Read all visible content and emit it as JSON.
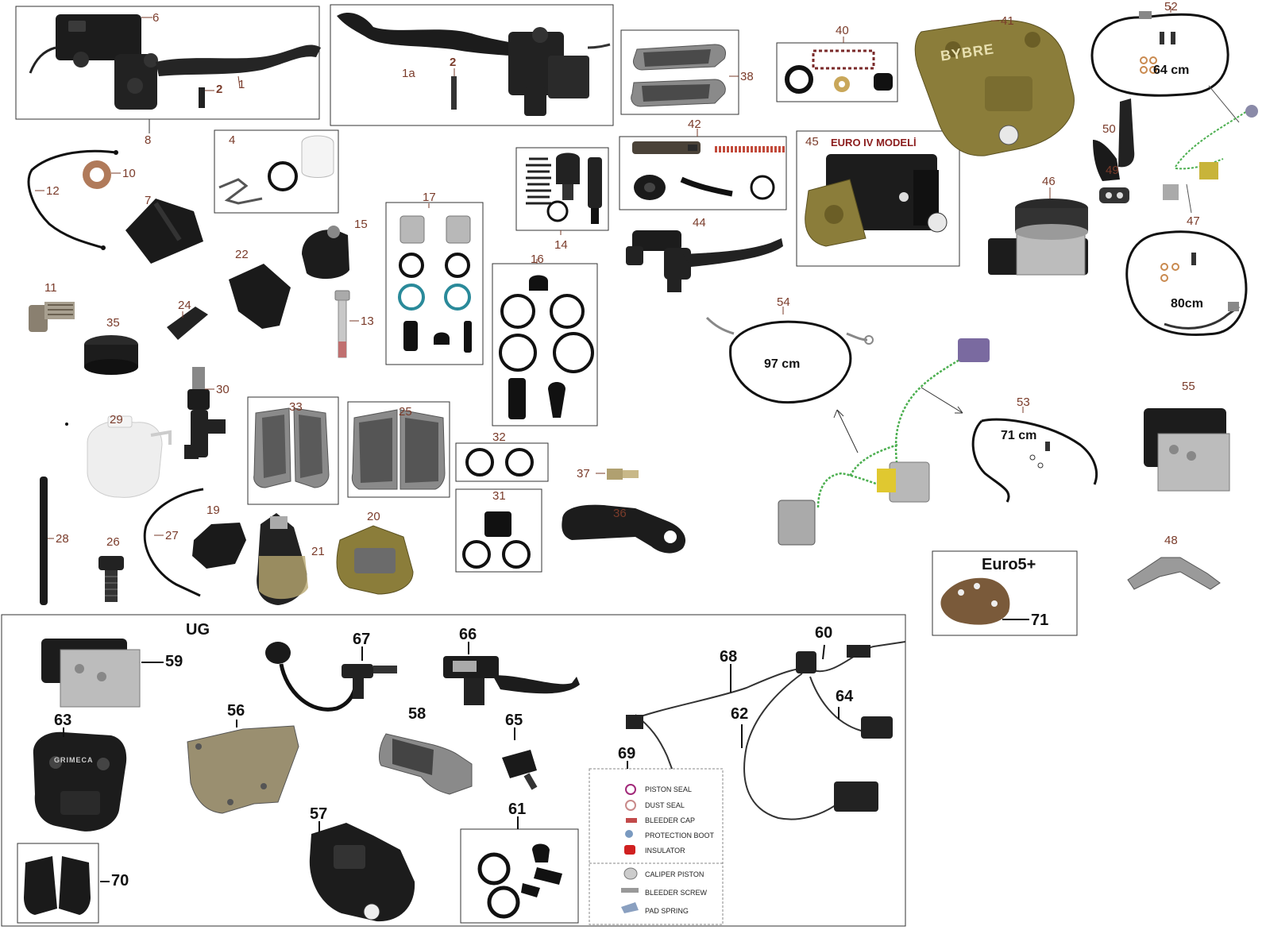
{
  "labels": {
    "p1": "1",
    "p1a": "1a",
    "p2a": "2",
    "p2b": "2",
    "p4": "4",
    "p6": "6",
    "p7": "7",
    "p8": "8",
    "p10": "10",
    "p11": "11",
    "p12": "12",
    "p13": "13",
    "p14": "14",
    "p15": "15",
    "p16": "16",
    "p17": "17",
    "p19": "19",
    "p20": "20",
    "p21": "21",
    "p22": "22",
    "p24": "24",
    "p25": "25",
    "p26": "26",
    "p27": "27",
    "p28": "28",
    "p29": "29",
    "p30": "30",
    "p31": "31",
    "p32": "32",
    "p33": "33",
    "p35": "35",
    "p36": "36",
    "p37": "37",
    "p38": "38",
    "p40": "40",
    "p41": "41",
    "p42": "42",
    "p44": "44",
    "p45": "45",
    "p46": "46",
    "p47": "47",
    "p48": "48",
    "p49": "49",
    "p50": "50",
    "p52": "52",
    "p53": "53",
    "p54": "54",
    "p55": "55"
  },
  "bold_labels": {
    "p56": "56",
    "p57": "57",
    "p58": "58",
    "p59": "59",
    "p60": "60",
    "p61": "61",
    "p62": "62",
    "p63": "63",
    "p64": "64",
    "p65": "65",
    "p66": "66",
    "p67": "67",
    "p68": "68",
    "p69": "69",
    "p70": "70",
    "p71": "71"
  },
  "lengths": {
    "l52": "64 cm",
    "l47": "80cm",
    "l54": "97 cm",
    "l53": "71 cm"
  },
  "texts": {
    "euro4": "EURO IV MODELİ",
    "euro5": "Euro5+",
    "ug": "UG",
    "caliper_brand": "BYBRE",
    "caliper_brand_2": "GRIMECA"
  },
  "legend": {
    "items": [
      "PISTON SEAL",
      "DUST SEAL",
      "BLEEDER CAP",
      "PROTECTION BOOT",
      "INSULATOR",
      "CALIPER PISTON",
      "BLEEDER SCREW",
      "PAD SPRING"
    ]
  },
  "colors": {
    "label": "#7a3b2a",
    "part_dark": "#1c1c1c",
    "caliper_gold": "#8b7d3a",
    "abs_metal": "#bcbcbc",
    "harness_green": "#4caf50",
    "reservoir": "#eeeeee"
  }
}
